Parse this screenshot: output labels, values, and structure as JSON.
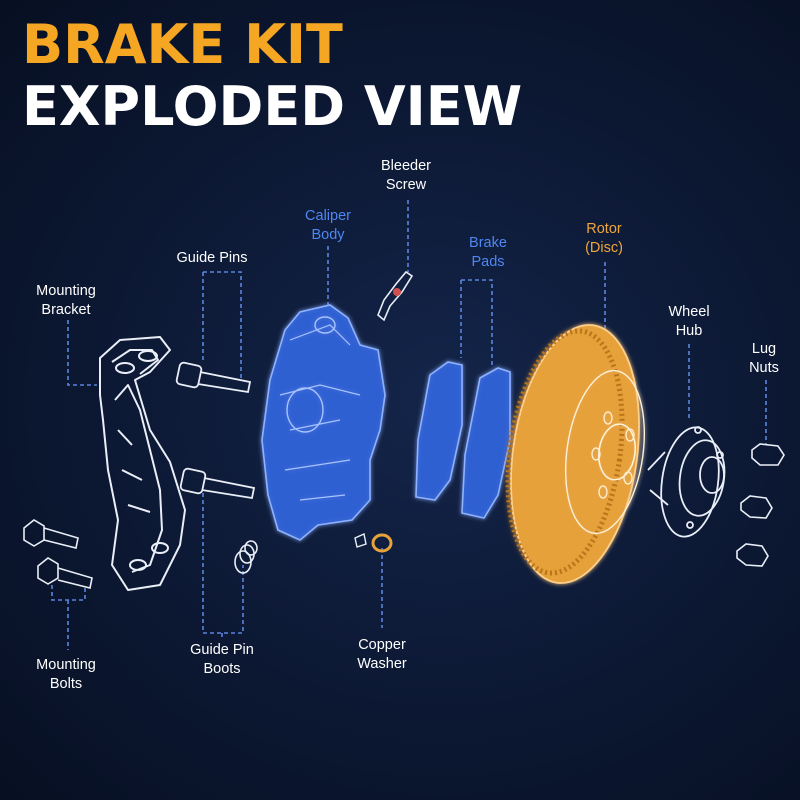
{
  "title": {
    "line1": "BRAKE KIT",
    "line2": "EXPLODED VIEW"
  },
  "colors": {
    "background": "#0c1833",
    "title_accent": "#f5a623",
    "title_main": "#ffffff",
    "outline": "#e9eef7",
    "caliper_blue": "#2f62d6",
    "rotor_orange": "#e8a23a",
    "leader_line": "#5b84e0",
    "label_white": "#ffffff",
    "label_blue": "#4f86f0",
    "label_orange": "#f0a63a"
  },
  "labels": {
    "mounting_bracket": {
      "line1": "Mounting",
      "line2": "Bracket"
    },
    "guide_pins": {
      "line1": "Guide Pins"
    },
    "caliper_body": {
      "line1": "Caliper",
      "line2": "Body"
    },
    "bleeder_screw": {
      "line1": "Bleeder",
      "line2": "Screw"
    },
    "brake_pads": {
      "line1": "Brake",
      "line2": "Pads"
    },
    "rotor": {
      "line1": "Rotor",
      "line2": "(Disc)"
    },
    "wheel_hub": {
      "line1": "Wheel",
      "line2": "Hub"
    },
    "lug_nuts": {
      "line1": "Lug",
      "line2": "Nuts"
    },
    "mounting_bolts": {
      "line1": "Mounting",
      "line2": "Bolts"
    },
    "guide_pin_boots": {
      "line1": "Guide Pin",
      "line2": "Boots"
    },
    "copper_washer": {
      "line1": "Copper",
      "line2": "Washer"
    }
  }
}
